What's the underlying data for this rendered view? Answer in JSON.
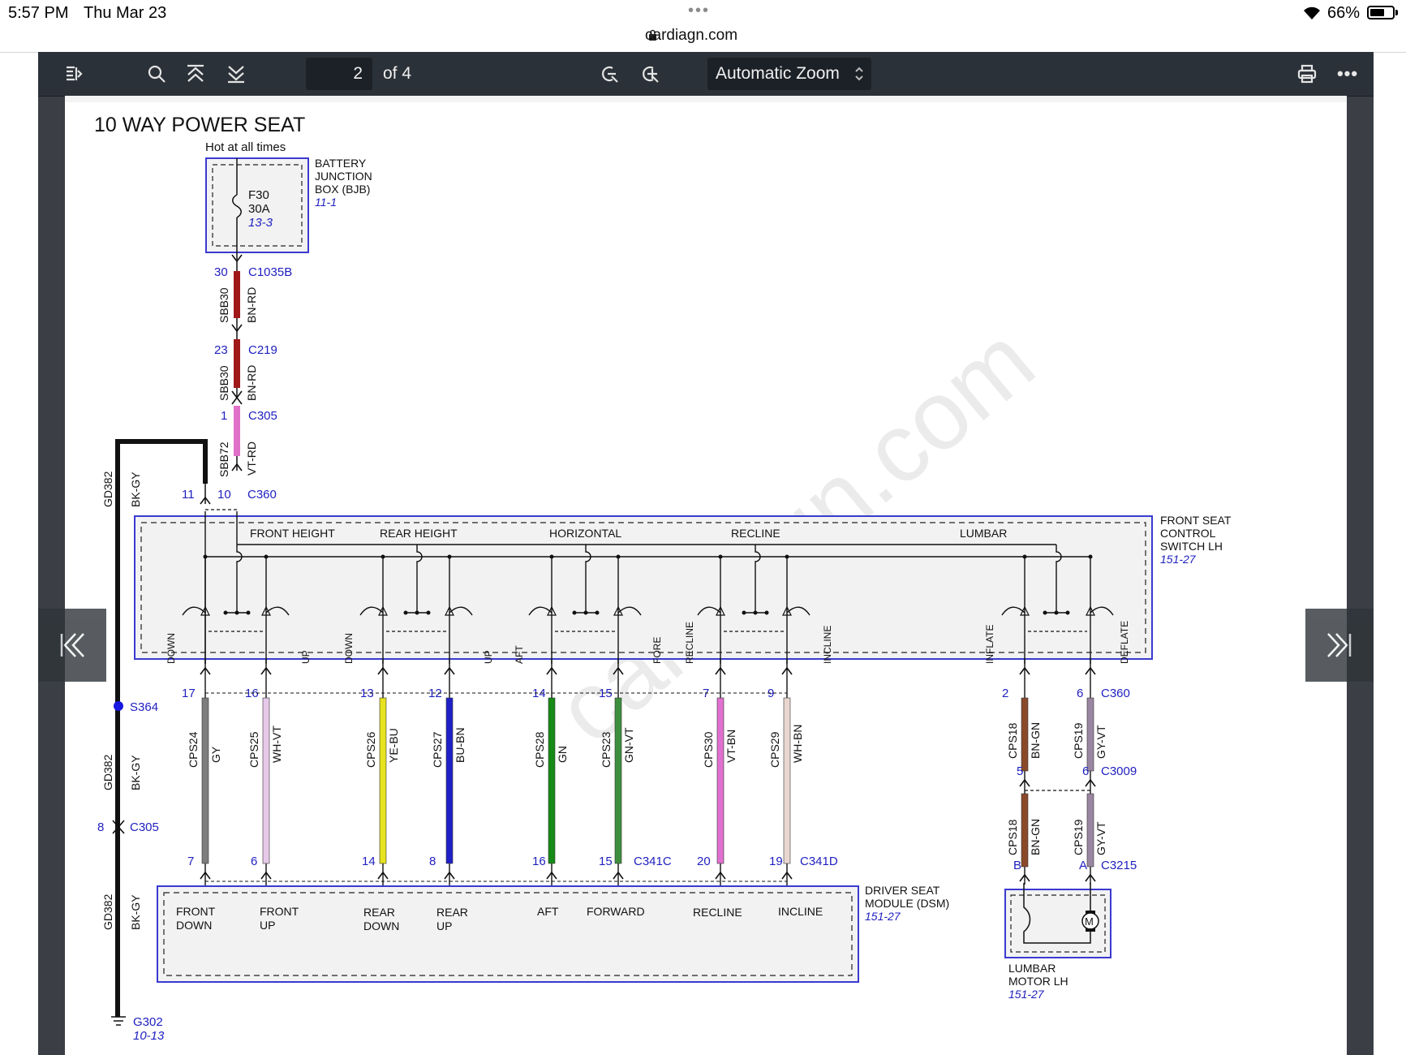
{
  "status_bar": {
    "time": "5:57 PM",
    "date": "Thu Mar 23",
    "url": "cardiagn.com",
    "battery_pct": "66%",
    "battery_level": 0.66
  },
  "toolbar": {
    "page_number": "2",
    "page_of": "of 4",
    "zoom": "Automatic Zoom"
  },
  "watermark": "cardiagn.com",
  "diagram": {
    "title": "10 WAY POWER SEAT",
    "hot_label": "Hot at all times",
    "bjb": {
      "lines": [
        "BATTERY",
        "JUNCTION",
        "BOX (BJB)"
      ],
      "ref": "11-1",
      "fuse": "F30",
      "amp": "30A",
      "fuse_ref": "13-3"
    },
    "feed": [
      {
        "pin_top": "30",
        "conn_top": "C1035B",
        "circuit": "SBB30",
        "color": "BN-RD"
      },
      {
        "pin_top": "23",
        "conn_top": "C219",
        "circuit": "SBB30",
        "color": "BN-RD"
      },
      {
        "pin_top": "1",
        "conn_top": "C305",
        "circuit": "SBB72",
        "color": "VT-RD"
      }
    ],
    "c360_top": {
      "pin_ground": "11",
      "pin_feed": "10",
      "conn": "C360"
    },
    "ground": {
      "circuit": "GD382",
      "color": "BK-GY",
      "splice": "S364",
      "c305_pin": "8",
      "c305": "C305",
      "gnd": "G302",
      "gnd_ref": "10-13"
    },
    "switch": {
      "lines": [
        "FRONT SEAT",
        "CONTROL",
        "SWITCH LH"
      ],
      "ref": "151-27",
      "groups": [
        "FRONT HEIGHT",
        "REAR HEIGHT",
        "HORIZONTAL",
        "RECLINE",
        "LUMBAR"
      ],
      "positions": [
        "DOWN",
        "UP",
        "DOWN",
        "UP",
        "AFT",
        "FORE",
        "RECLINE",
        "INCLINE",
        "INFLATE",
        "DEFLATE"
      ]
    },
    "wires": [
      {
        "pin": "17",
        "circuit": "CPS24",
        "color": "GY",
        "hex": "#7d7d7d",
        "dsm_pin": "7"
      },
      {
        "pin": "16",
        "circuit": "CPS25",
        "color": "WH-VT",
        "hex": "#e6c9e8",
        "dsm_pin": "6"
      },
      {
        "pin": "13",
        "circuit": "CPS26",
        "color": "YE-BU",
        "hex": "#e6e21e",
        "dsm_pin": "14"
      },
      {
        "pin": "12",
        "circuit": "CPS27",
        "color": "BU-BN",
        "hex": "#2020c8",
        "dsm_pin": "8"
      },
      {
        "pin": "14",
        "circuit": "CPS28",
        "color": "GN",
        "hex": "#168a16",
        "dsm_pin": "16"
      },
      {
        "pin": "15",
        "circuit": "CPS23",
        "color": "GN-VT",
        "hex": "#3d8f3d",
        "dsm_pin": "15"
      },
      {
        "pin": "7",
        "circuit": "CPS30",
        "color": "VT-BN",
        "hex": "#e070d0",
        "dsm_pin": "20"
      },
      {
        "pin": "9",
        "circuit": "CPS29",
        "color": "WH-BN",
        "hex": "#e9d6d0",
        "dsm_pin": "19"
      }
    ],
    "dsm_connectors": [
      "C341C",
      "C341D"
    ],
    "dsm": {
      "lines": [
        "DRIVER SEAT",
        "MODULE (DSM)"
      ],
      "ref": "151-27",
      "labels": [
        [
          "FRONT",
          "DOWN"
        ],
        [
          "FRONT",
          "UP"
        ],
        [
          "REAR",
          "DOWN"
        ],
        [
          "REAR",
          "UP"
        ],
        [
          "AFT"
        ],
        [
          "FORWARD"
        ],
        [
          "RECLINE"
        ],
        [
          "INCLINE"
        ]
      ]
    },
    "lumbar_wires": [
      {
        "pin_top": "2",
        "pin_mid": "5",
        "pin_bot": "B",
        "circuit": "CPS18",
        "color": "BN-GN",
        "hex": "#8a4a2a"
      },
      {
        "pin_top": "6",
        "pin_mid": "6",
        "pin_bot": "A",
        "circuit": "CPS19",
        "color": "GY-VT",
        "hex": "#9a86a0"
      }
    ],
    "lumbar_conns": [
      "C360",
      "C3009",
      "C3215"
    ],
    "motor": {
      "lines": [
        "LUMBAR",
        "MOTOR LH"
      ],
      "ref": "151-27",
      "symbol": "M"
    }
  }
}
